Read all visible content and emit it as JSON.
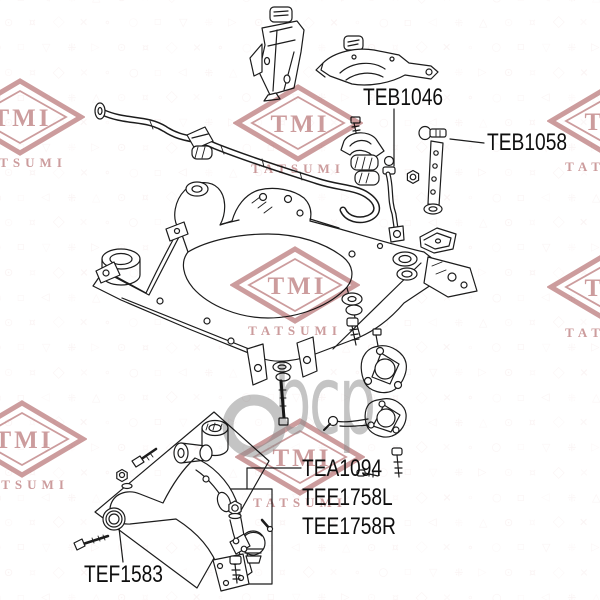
{
  "part_labels": {
    "teb1046": "TEB1046",
    "teb1058": "TEB1058",
    "tea1094": "TEA1094",
    "tee1758l": "TEE1758L",
    "tee1758r": "TEE1758R",
    "tef1583": "TEF1583"
  },
  "watermarks": {
    "tmi": "TMI",
    "tatsumi": "TATSUMI",
    "bcp": "bcp"
  },
  "colors": {
    "line_art": "#1c1c1c",
    "watermark_pink": "#c18788",
    "pattern_pink": "#d79a9a",
    "watermark_gray": "#8e8e8e",
    "background": "#ffffff"
  }
}
